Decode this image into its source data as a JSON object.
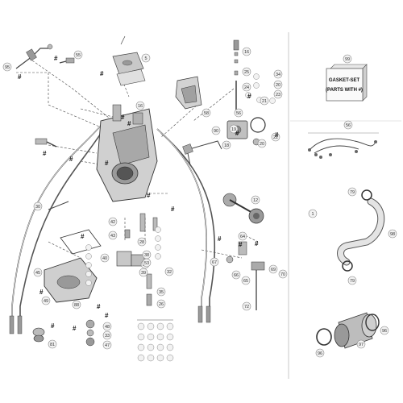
{
  "gasket_set": {
    "callout": "99",
    "line1": "GASKET-SET",
    "line2": "(PARTS WITH #)"
  },
  "labels": [
    {
      "id": "c95",
      "text": "95"
    },
    {
      "id": "c55",
      "text": "55"
    },
    {
      "id": "c5",
      "text": "5"
    },
    {
      "id": "c16a",
      "text": "16"
    },
    {
      "id": "c25a",
      "text": "25"
    },
    {
      "id": "c24",
      "text": "24"
    },
    {
      "id": "c21",
      "text": "21"
    },
    {
      "id": "c34",
      "text": "34"
    },
    {
      "id": "c20a",
      "text": "20"
    },
    {
      "id": "c23",
      "text": "23"
    },
    {
      "id": "c58",
      "text": "58"
    },
    {
      "id": "c90",
      "text": "90"
    },
    {
      "id": "c18",
      "text": "18"
    },
    {
      "id": "c19",
      "text": "19"
    },
    {
      "id": "c20b",
      "text": "20"
    },
    {
      "id": "c22",
      "text": "22"
    },
    {
      "id": "c16b",
      "text": "16"
    },
    {
      "id": "c56",
      "text": "56"
    },
    {
      "id": "c30",
      "text": "30"
    },
    {
      "id": "c32",
      "text": "32"
    },
    {
      "id": "c12",
      "text": "12"
    },
    {
      "id": "c42",
      "text": "42"
    },
    {
      "id": "c43",
      "text": "43"
    },
    {
      "id": "c28",
      "text": "28"
    },
    {
      "id": "c38",
      "text": "38"
    },
    {
      "id": "c37",
      "text": "37"
    },
    {
      "id": "c39",
      "text": "39"
    },
    {
      "id": "c40",
      "text": "40"
    },
    {
      "id": "c53",
      "text": "53"
    },
    {
      "id": "c35",
      "text": "35"
    },
    {
      "id": "c26",
      "text": "26"
    },
    {
      "id": "c45",
      "text": "45"
    },
    {
      "id": "c49",
      "text": "49"
    },
    {
      "id": "c88",
      "text": "88"
    },
    {
      "id": "c81",
      "text": "81"
    },
    {
      "id": "c48",
      "text": "48"
    },
    {
      "id": "c33",
      "text": "33"
    },
    {
      "id": "c47",
      "text": "47"
    },
    {
      "id": "c64",
      "text": "64"
    },
    {
      "id": "c67",
      "text": "67"
    },
    {
      "id": "c66",
      "text": "66"
    },
    {
      "id": "c65",
      "text": "65"
    },
    {
      "id": "c69",
      "text": "69"
    },
    {
      "id": "c70",
      "text": "70"
    },
    {
      "id": "c72",
      "text": "72"
    },
    {
      "id": "c1",
      "text": "1"
    },
    {
      "id": "c79a",
      "text": "79"
    },
    {
      "id": "c98",
      "text": "98"
    },
    {
      "id": "c79b",
      "text": "79"
    },
    {
      "id": "c96",
      "text": "96"
    },
    {
      "id": "c97",
      "text": "97"
    },
    {
      "id": "c96b",
      "text": "96"
    },
    {
      "id": "c56b",
      "text": "56"
    }
  ],
  "hash_mark": "#",
  "colors": {
    "line": "#444444",
    "callout_fill": "#f2f2f2",
    "callout_stroke": "#888888",
    "part_fill": "#bdbdbd",
    "part_dark": "#6a6a6a",
    "divider": "#bbbbbb"
  }
}
